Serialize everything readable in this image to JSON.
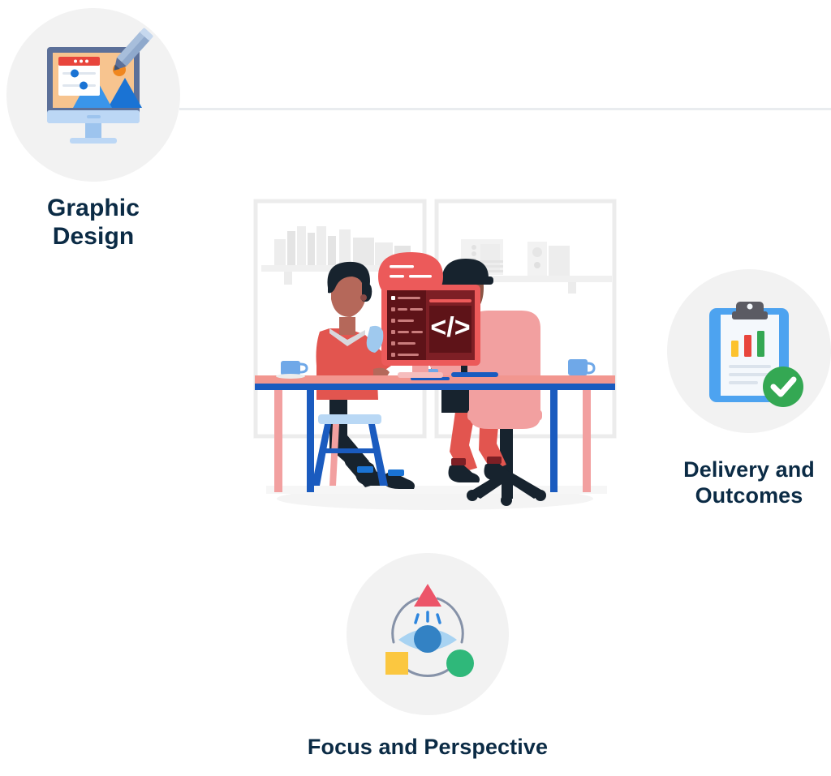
{
  "page": {
    "background": "#ffffff",
    "label_color": "#0b2b45",
    "circle_bg": "#f2f2f2",
    "connector_color": "#e9ecef"
  },
  "connector": {
    "name": "horizontal-connector-line"
  },
  "nodes": [
    {
      "id": "graphic-design",
      "label": "Graphic Design",
      "icon": "monitor-design-icon",
      "icon_colors": {
        "screen_frame": "#5c7099",
        "screen_bg": "#f7c48f",
        "stand": "#bcd7f5",
        "mountain_dark": "#1a73d4",
        "mountain_light": "#3a95ea",
        "snow": "#e8f2fd",
        "sun": "#f0871f",
        "panel": "#ffffff",
        "panel_header": "#ef4martin",
        "pencil": "#8fa9cc"
      }
    },
    {
      "id": "delivery-outcomes",
      "label": "Delivery and Outcomes",
      "label_lines": [
        "Delivery and",
        "Outcomes"
      ],
      "icon": "clipboard-check-icon",
      "icon_colors": {
        "clip_board": "#4da3f0",
        "paper": "#f4f8fc",
        "clip": "#5b5b63",
        "bar_yellow": "#fcc22e",
        "bar_red": "#e8453c",
        "bar_green": "#34a853",
        "check_badge": "#34a853"
      }
    },
    {
      "id": "focus-perspective",
      "label": "Focus and Perspective",
      "icon": "eye-focus-icon",
      "icon_colors": {
        "eye_outer": "#a8d3f2",
        "eye_iris": "#3382c4",
        "rays": "#2e86de",
        "arc": "#8692a8",
        "triangle": "#ec5569",
        "square": "#fbc740",
        "circle": "#2fb87a"
      }
    }
  ],
  "illustration": {
    "name": "team-coding-illustration",
    "description": "Two people working at a shared desk with a monitor showing code",
    "monitor_code": "</>",
    "colors": {
      "wall_outline": "#ececec",
      "shelf": "#f0f0f0",
      "shelf_items": "#e2e2e2",
      "desk_top": "#f2968f",
      "desk_edge": "#1a5bbf",
      "desk_leg": "#f2a0a0",
      "monitor_frame": "#ec5a5a",
      "monitor_screen": "#7d1f25",
      "monitor_screen_dark": "#5e1318",
      "speech_bubble": "#ec5a5a",
      "person_left_shirt": "#e2554f",
      "person_left_pants": "#17232e",
      "person_left_hair": "#17232e",
      "person_left_skin": "#b5685a",
      "person_right_shirt": "#17232e",
      "person_right_pants": "#e2554f",
      "person_right_skin": "#8c5545",
      "chair_pink": "#f2a0a0",
      "stool_seat": "#b9d8f5",
      "stool_legs": "#1a5bbf",
      "mug_blue": "#6fa8e8",
      "shoe_dark": "#17232e",
      "shoe_accent": "#1a73d4",
      "floor_shadow": "#f4f4f4"
    }
  }
}
